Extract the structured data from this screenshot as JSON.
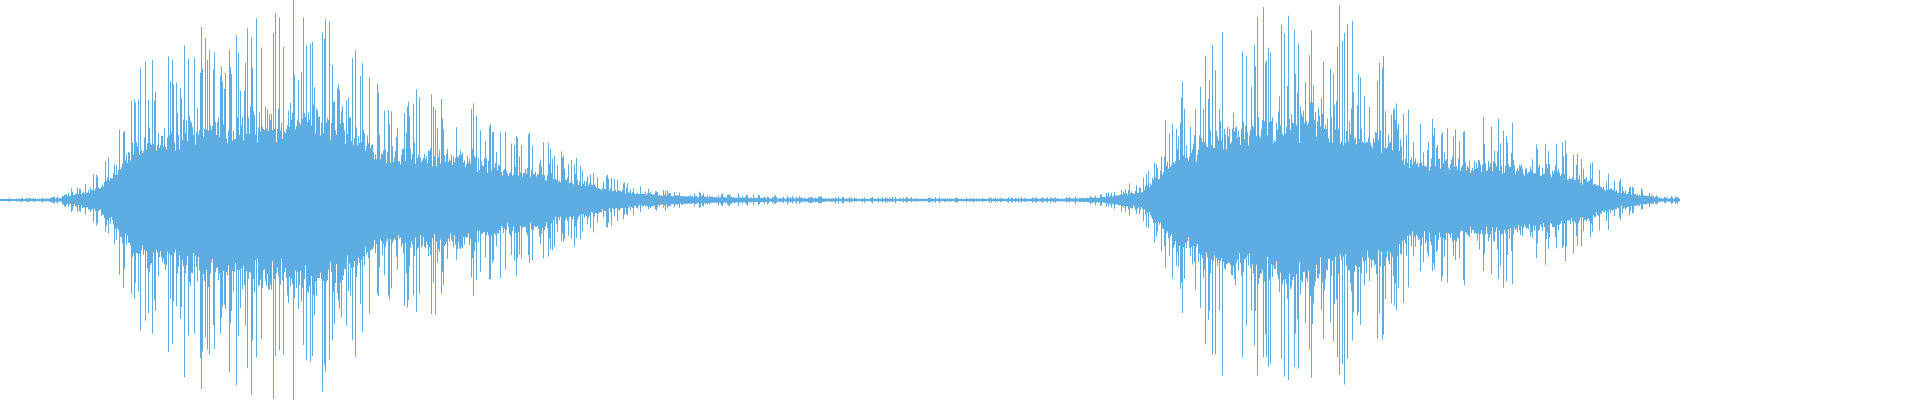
{
  "waveform": {
    "color": "#5DADE2",
    "background": "#FFFFFF",
    "channels": 1,
    "envelope_peak_amplitude": [
      0.01,
      0.02,
      0.15,
      0.65,
      0.85,
      0.9,
      0.95,
      1.0,
      0.95,
      0.55,
      0.55,
      0.5,
      0.38,
      0.3,
      0.2,
      0.1,
      0.06,
      0.04,
      0.03,
      0.02,
      0.02,
      0.015,
      0.015,
      0.015,
      0.015,
      0.015,
      0.015,
      0.03,
      0.1,
      0.55,
      0.8,
      0.9,
      0.95,
      0.9,
      0.7,
      0.45,
      0.45,
      0.42,
      0.35,
      0.25,
      0.1,
      0.02
    ]
  }
}
